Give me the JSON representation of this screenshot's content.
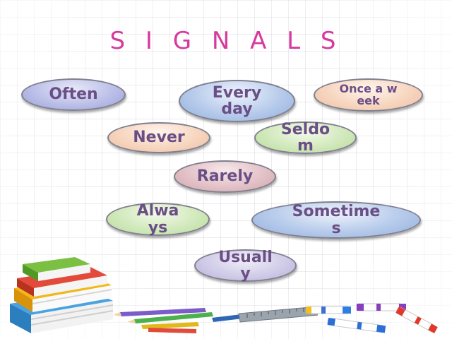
{
  "title": "S I G N A L S",
  "bubbles": {
    "often": "Often",
    "everyday": "Every day",
    "onceaweek": "Once a week",
    "never": "Never",
    "seldom": "Seldom",
    "rarely": "Rarely",
    "always": "Always",
    "sometimes": "Sometimes",
    "usually": "Usually"
  },
  "colors": {
    "title": "#d63a9d",
    "bubble_text": "#6a4f86"
  },
  "decorations": [
    "stack-of-books-icon",
    "pencils-and-ruler-icon",
    "markers-icon"
  ]
}
